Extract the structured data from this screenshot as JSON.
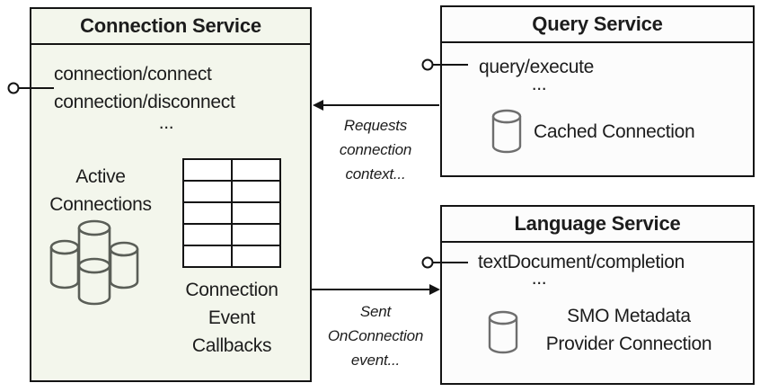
{
  "colors": {
    "box_border": "#141414",
    "text": "#1c1c1c",
    "connection_fill": "#f3f6ec",
    "service_fill": "#fcfcfc",
    "cylinder_stroke_connection": "#5a5e57",
    "cylinder_stroke_service": "#6e6e6e"
  },
  "connection_service": {
    "title": "Connection Service",
    "methods": [
      "connection/connect",
      "connection/disconnect"
    ],
    "ellipsis": "...",
    "active_connections_label": [
      "Active",
      "Connections"
    ],
    "callbacks_label": [
      "Connection",
      "Event",
      "Callbacks"
    ],
    "connections_table": {
      "rows": 5,
      "columns": 2
    },
    "icons": [
      "database-cluster-icon",
      "callbacks-table-grid"
    ]
  },
  "query_service": {
    "title": "Query Service",
    "methods": [
      "query/execute"
    ],
    "ellipsis": "...",
    "cached_connection_label": "Cached Connection",
    "icons": [
      "database-icon"
    ]
  },
  "language_service": {
    "title": "Language Service",
    "methods": [
      "textDocument/completion"
    ],
    "ellipsis": "...",
    "provider_connection_label": [
      "SMO Metadata",
      "Provider Connection"
    ],
    "icons": [
      "database-icon"
    ]
  },
  "arrows": {
    "requests": {
      "label_lines": [
        "Requests",
        "connection",
        "context..."
      ],
      "direction": "query-service-to-connection-service"
    },
    "sent": {
      "label_lines": [
        "Sent",
        "OnConnection",
        "event..."
      ],
      "direction": "connection-service-to-language-service"
    }
  }
}
